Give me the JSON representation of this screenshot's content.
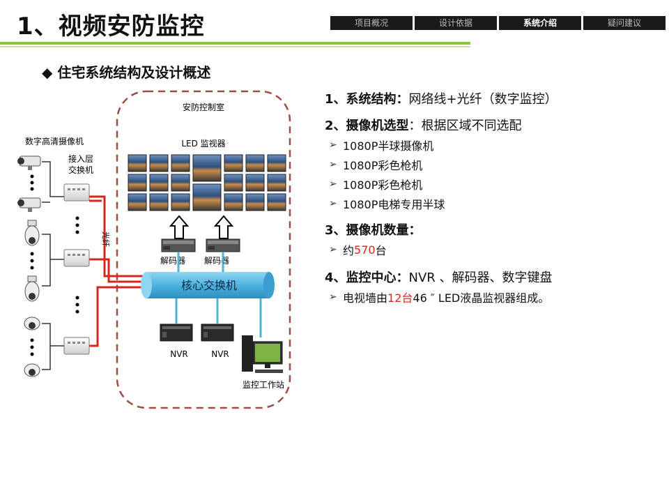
{
  "header": {
    "title": "1、视频安防监控",
    "tabs": [
      {
        "label": "项目概况",
        "active": false
      },
      {
        "label": "设计依据",
        "active": false
      },
      {
        "label": "系统介绍",
        "active": true
      },
      {
        "label": "疑问建议",
        "active": false
      }
    ]
  },
  "subtitle": "◆ 住宅系统结构及设计概述",
  "diagram": {
    "room_label": "安防控制室",
    "led_label": "LED 监视器",
    "camera_label": "数字高清摄像机",
    "access_switch_label": "接入层\n交换机",
    "fiber_label": "光纤",
    "decoder_label": "解码器",
    "core_switch_label": "核心交换机",
    "nvr_label": "NVR",
    "workstation_label": "监控工作站"
  },
  "content": {
    "sec1_title": "1、系统结构：",
    "sec1_text": "网络线+光纤（数字监控）",
    "sec2_title": "2、摄像机选型",
    "sec2_text": "：根据区域不同选配",
    "sec2_items": [
      "1080P半球摄像机",
      "1080P彩色枪机",
      "1080P彩色枪机",
      "1080P电梯专用半球"
    ],
    "sec3_title": "3、摄像机数量：",
    "sec3_prefix": "约",
    "sec3_num": "570",
    "sec3_suffix": "台",
    "sec4_title": "4、监控中心：",
    "sec4_text": "NVR 、解码器、数字键盘",
    "sec4_prefix": "电视墙由",
    "sec4_num": "12台",
    "sec4_suffix": "46 ″  LED液晶监视器组成。"
  },
  "colors": {
    "accent_green": "#8cc63f",
    "cable_red": "#d7261e",
    "link_blue": "#4fb3d9",
    "core_switch_fill": "#5bc0e8",
    "room_border": "#9e4b45"
  }
}
